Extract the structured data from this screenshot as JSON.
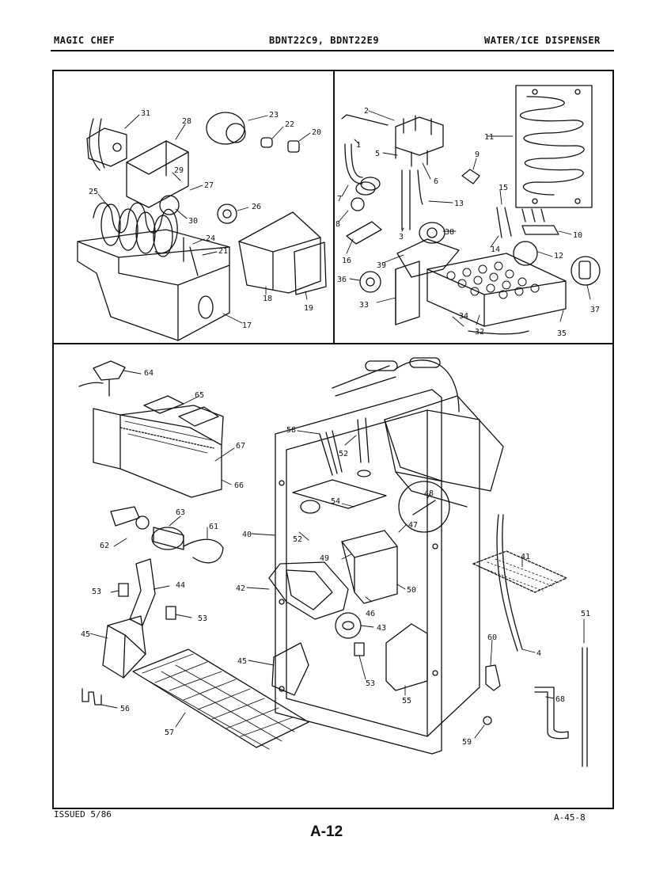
{
  "header": {
    "brand": "MAGIC CHEF",
    "models": "BDNT22C9, BDNT22E9",
    "section": "WATER/ICE DISPENSER"
  },
  "footer": {
    "issued": "ISSUED 5/86",
    "code": "A-45-8",
    "page": "A-12"
  },
  "callouts": [
    {
      "id": "p31",
      "text": "31"
    },
    {
      "id": "p28",
      "text": "28"
    },
    {
      "id": "p23",
      "text": "23"
    },
    {
      "id": "p22",
      "text": "22"
    },
    {
      "id": "p20",
      "text": "20"
    },
    {
      "id": "p29",
      "text": "29"
    },
    {
      "id": "p27",
      "text": "27"
    },
    {
      "id": "p25",
      "text": "25"
    },
    {
      "id": "p30",
      "text": "30"
    },
    {
      "id": "p26",
      "text": "26"
    },
    {
      "id": "p24",
      "text": "24"
    },
    {
      "id": "p21",
      "text": "21"
    },
    {
      "id": "p18",
      "text": "18"
    },
    {
      "id": "p19",
      "text": "19"
    },
    {
      "id": "p17",
      "text": "17"
    },
    {
      "id": "p2",
      "text": "2"
    },
    {
      "id": "p1",
      "text": "1"
    },
    {
      "id": "p5",
      "text": "5"
    },
    {
      "id": "p6",
      "text": "6"
    },
    {
      "id": "p9",
      "text": "9"
    },
    {
      "id": "p11",
      "text": "11"
    },
    {
      "id": "p7",
      "text": "7"
    },
    {
      "id": "p13",
      "text": "13"
    },
    {
      "id": "p15",
      "text": "15"
    },
    {
      "id": "p8",
      "text": "8"
    },
    {
      "id": "p3",
      "text": "3"
    },
    {
      "id": "p38",
      "text": "38"
    },
    {
      "id": "p10",
      "text": "10"
    },
    {
      "id": "p16",
      "text": "16"
    },
    {
      "id": "p14",
      "text": "14"
    },
    {
      "id": "p12",
      "text": "12"
    },
    {
      "id": "p39",
      "text": "39"
    },
    {
      "id": "p36",
      "text": "36"
    },
    {
      "id": "p37",
      "text": "37"
    },
    {
      "id": "p33",
      "text": "33"
    },
    {
      "id": "p34",
      "text": "34"
    },
    {
      "id": "p32",
      "text": "32"
    },
    {
      "id": "p35",
      "text": "35"
    },
    {
      "id": "p64",
      "text": "64"
    },
    {
      "id": "p65",
      "text": "65"
    },
    {
      "id": "p58",
      "text": "58"
    },
    {
      "id": "p67",
      "text": "67"
    },
    {
      "id": "p52a",
      "text": "52"
    },
    {
      "id": "p66",
      "text": "66"
    },
    {
      "id": "p48",
      "text": "48"
    },
    {
      "id": "p54",
      "text": "54"
    },
    {
      "id": "p63",
      "text": "63"
    },
    {
      "id": "p47",
      "text": "47"
    },
    {
      "id": "p40",
      "text": "40"
    },
    {
      "id": "p61",
      "text": "61"
    },
    {
      "id": "p52b",
      "text": "52"
    },
    {
      "id": "p62",
      "text": "62"
    },
    {
      "id": "p49",
      "text": "49"
    },
    {
      "id": "p41",
      "text": "41"
    },
    {
      "id": "p44",
      "text": "44"
    },
    {
      "id": "p53a",
      "text": "53"
    },
    {
      "id": "p42",
      "text": "42"
    },
    {
      "id": "p50",
      "text": "50"
    },
    {
      "id": "p46",
      "text": "46"
    },
    {
      "id": "p51",
      "text": "51"
    },
    {
      "id": "p53b",
      "text": "53"
    },
    {
      "id": "p43",
      "text": "43"
    },
    {
      "id": "p45a",
      "text": "45"
    },
    {
      "id": "p60",
      "text": "60"
    },
    {
      "id": "p4",
      "text": "4"
    },
    {
      "id": "p45b",
      "text": "45"
    },
    {
      "id": "p53c",
      "text": "53"
    },
    {
      "id": "p55",
      "text": "55"
    },
    {
      "id": "p68",
      "text": "68"
    },
    {
      "id": "p56",
      "text": "56"
    },
    {
      "id": "p57",
      "text": "57"
    },
    {
      "id": "p59",
      "text": "59"
    }
  ]
}
